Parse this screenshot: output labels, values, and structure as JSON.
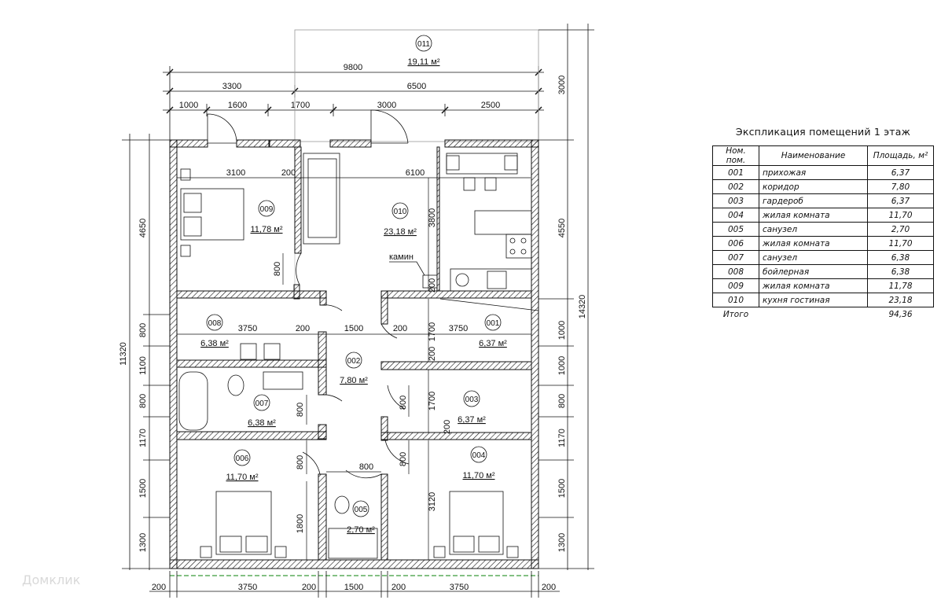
{
  "explication": {
    "title": "Экспликация помещений 1 этаж",
    "headers": [
      "Ном. пом.",
      "Наименование",
      "Площадь, м²"
    ],
    "rows": [
      {
        "num": "001",
        "name": "прихожая",
        "area": "6,37"
      },
      {
        "num": "002",
        "name": "коридор",
        "area": "7,80"
      },
      {
        "num": "003",
        "name": "гардероб",
        "area": "6,37"
      },
      {
        "num": "004",
        "name": "жилая комната",
        "area": "11,70"
      },
      {
        "num": "005",
        "name": "санузел",
        "area": "2,70"
      },
      {
        "num": "006",
        "name": "жилая комната",
        "area": "11,70"
      },
      {
        "num": "007",
        "name": "санузел",
        "area": "6,38"
      },
      {
        "num": "008",
        "name": "бойлерная",
        "area": "6,38"
      },
      {
        "num": "009",
        "name": "жилая комната",
        "area": "11,78"
      },
      {
        "num": "010",
        "name": "кухня гостиная",
        "area": "23,18"
      }
    ],
    "total_label": "Итого",
    "total_value": "94,36"
  },
  "rooms": [
    {
      "num": "011",
      "area": "19,11 м²"
    },
    {
      "num": "009",
      "area": "11,78 м²"
    },
    {
      "num": "010",
      "area": "23,18 м²"
    },
    {
      "num": "008",
      "area": "6,38 м²"
    },
    {
      "num": "001",
      "area": "6,37 м²"
    },
    {
      "num": "002",
      "area": "7,80 м²"
    },
    {
      "num": "007",
      "area": "6,38 м²"
    },
    {
      "num": "003",
      "area": "6,37 м²"
    },
    {
      "num": "006",
      "area": "11,70 м²"
    },
    {
      "num": "004",
      "area": "11,70 м²"
    },
    {
      "num": "005",
      "area": "2,70 м²"
    }
  ],
  "fireplace_label": "камин",
  "dims_top": {
    "overall": "9800",
    "row2": [
      "3300",
      "6500"
    ],
    "row3": [
      "1000",
      "1600",
      "1700",
      "3000",
      "2500"
    ]
  },
  "dims_interior": [
    "3100",
    "200",
    "6100",
    "3800",
    "800",
    "3750",
    "200",
    "1500",
    "200",
    "3750",
    "1700",
    "200",
    "800",
    "1700",
    "200",
    "800",
    "800",
    "800",
    "800",
    "1800",
    "3120",
    "200"
  ],
  "dims_bottom": [
    "200",
    "3750",
    "200",
    "1500",
    "200",
    "3750",
    "200"
  ],
  "dims_left_outer": "11320",
  "dims_left": [
    "4650",
    "800",
    "1100",
    "800",
    "1170",
    "1500",
    "1300"
  ],
  "dims_right_outer": "14320",
  "dims_right": [
    "3000",
    "4550",
    "1000",
    "1000",
    "800",
    "1170",
    "1500",
    "1300"
  ],
  "watermark": "Домклик"
}
